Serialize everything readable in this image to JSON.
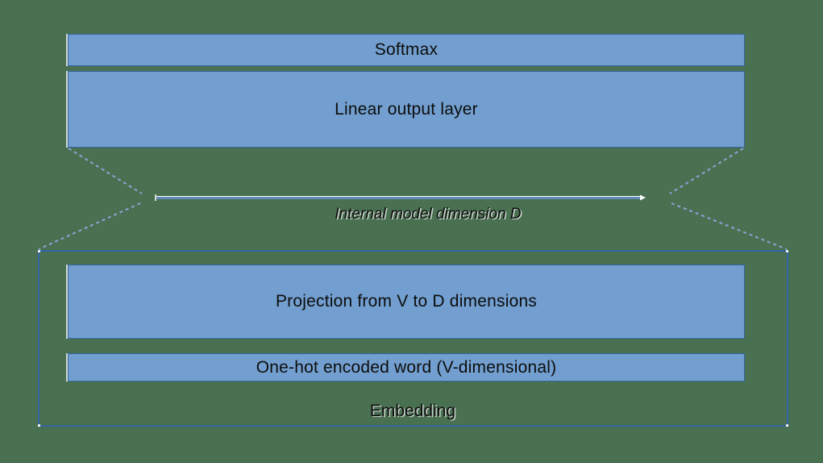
{
  "diagram": {
    "softmax_label": "Softmax",
    "linear_label": "Linear output layer",
    "dimension_label": "Internal model dimension D",
    "projection_label": "Projection from V to D dimensions",
    "onehot_label": "One-hot encoded word (V-dimensional)",
    "embedding_label": "Embedding"
  },
  "colors": {
    "background": "#4a7052",
    "box_fill": "#729fcf",
    "box_border": "#3465a4",
    "dash": "#8aa5d6",
    "line_blue": "#6590c8",
    "highlight_white": "#ffffff",
    "text": "#0d0d0d"
  }
}
